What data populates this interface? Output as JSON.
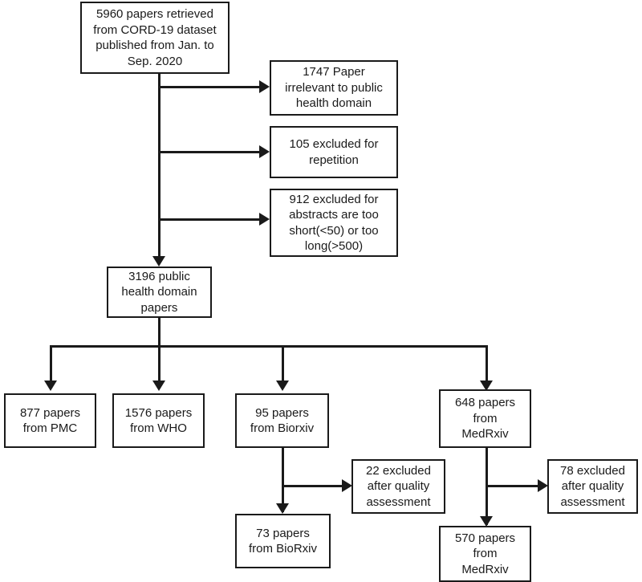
{
  "diagram": {
    "title": "PRISMA-style study selection flowchart",
    "colors": {
      "line": "#1a1a1a",
      "box_fill": "#ffffff",
      "text": "#1a1a1a"
    },
    "nodes": {
      "source": {
        "label": "5960  papers retrieved\nfrom CORD-19 dataset\npublished from Jan. to\nSep. 2020",
        "count": 5960
      },
      "excl_irrelevant": {
        "label": "1747 Paper\nirrelevant to public\nhealth domain",
        "count": 1747
      },
      "excl_repetition": {
        "label": "105 excluded for\nrepetition",
        "count": 105
      },
      "excl_length": {
        "label": "912 excluded  for\nabstracts are too\nshort(<50) or too\nlong(>500)",
        "count": 912
      },
      "public_health": {
        "label": "3196 public\nhealth domain\npapers",
        "count": 3196
      },
      "pmc": {
        "label": "877 papers\nfrom PMC",
        "count": 877
      },
      "who": {
        "label": "1576 papers\nfrom WHO",
        "count": 1576
      },
      "biorxiv": {
        "label": "95 papers\nfrom Biorxiv",
        "count": 95
      },
      "medrxiv": {
        "label": "648 papers\nfrom\nMedRxiv",
        "count": 648
      },
      "excl_bio_quality": {
        "label": "22 excluded\nafter quality\nassessment",
        "count": 22
      },
      "biorxiv_final": {
        "label": "73 papers\nfrom BioRxiv",
        "count": 73
      },
      "excl_med_quality": {
        "label": "78 excluded\nafter quality\nassessment",
        "count": 78
      },
      "medrxiv_final": {
        "label": "570 papers\nfrom\nMedRxiv",
        "count": 570
      }
    }
  }
}
